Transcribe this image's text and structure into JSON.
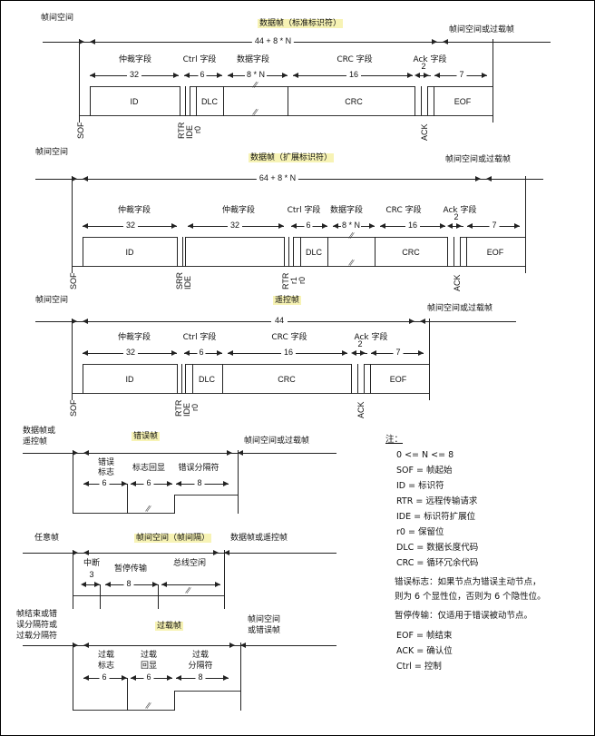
{
  "accent_highlight": "#f7f3b5",
  "line_color": "#222222",
  "frames": [
    {
      "id": "data-frame-standard",
      "title": "数据帧（标准标识符）",
      "left_label": "帧间空间",
      "right_label": "帧间空间或过载帧",
      "total_length": "44 + 8 * N",
      "field_names": [
        "仲裁字段",
        "Ctrl 字段",
        "数据字段",
        "CRC 字段",
        "Ack 字段"
      ],
      "bit_counts": [
        "32",
        "6",
        "8 * N",
        "16",
        "2",
        "7"
      ],
      "segment_labels": [
        "ID",
        "DLC",
        "CRC",
        "EOF"
      ],
      "bit_markers": [
        "SOF",
        "RTR",
        "IDE",
        "r0",
        "ACK"
      ]
    },
    {
      "id": "data-frame-extended",
      "title": "数据帧（扩展标识符）",
      "left_label": "帧间空间",
      "right_label": "帧间空间或过载帧",
      "total_length": "64 + 8 * N",
      "field_names": [
        "仲裁字段",
        "仲裁字段",
        "Ctrl 字段",
        "数据字段",
        "CRC 字段",
        "Ack 字段"
      ],
      "bit_counts": [
        "32",
        "32",
        "6",
        "8 * N",
        "16",
        "2",
        "7"
      ],
      "segment_labels": [
        "ID",
        "DLC",
        "CRC",
        "EOF"
      ],
      "bit_markers": [
        "SOF",
        "SRR",
        "IDE",
        "RTR",
        "r1",
        "r0",
        "ACK"
      ]
    },
    {
      "id": "remote-frame",
      "title": "遥控帧",
      "left_label": "帧间空间",
      "right_label": "帧间空间或过载帧",
      "total_length": "44",
      "field_names": [
        "仲裁字段",
        "Ctrl 字段",
        "CRC 字段",
        "Ack 字段"
      ],
      "bit_counts": [
        "32",
        "6",
        "16",
        "2",
        "7"
      ],
      "segment_labels": [
        "ID",
        "DLC",
        "CRC",
        "EOF"
      ],
      "bit_markers": [
        "SOF",
        "RTR",
        "IDE",
        "r0",
        "ACK"
      ]
    },
    {
      "id": "error-frame",
      "title": "错误帧",
      "left_label": "数据帧或\n遥控帧",
      "left_label_l1": "数据帧或",
      "left_label_l2": "遥控帧",
      "right_label": "帧间空间或过载帧",
      "field_names": [
        "错误\n标志",
        "标志回显",
        "错误分隔符"
      ],
      "field_name_1_l1": "错误",
      "field_name_1_l2": "标志",
      "field_name_2": "标志回显",
      "field_name_3": "错误分隔符",
      "bit_counts": [
        "6",
        "6",
        "8"
      ]
    },
    {
      "id": "interframe-space",
      "title": "帧间空间（帧间隔）",
      "left_label": "任意帧",
      "right_label": "数据帧或遥控帧",
      "field_names": [
        "中断",
        "暂停传输",
        "总线空闲"
      ],
      "bit_counts": [
        "3",
        "8"
      ]
    },
    {
      "id": "overload-frame",
      "title": "过载帧",
      "left_label_l1": "帧结束或错",
      "left_label_l2": "误分隔符或",
      "left_label_l3": "过载分隔符",
      "right_label_l1": "帧间空间",
      "right_label_l2": "或错误帧",
      "field_name_1_l1": "过载",
      "field_name_1_l2": "标志",
      "field_name_2_l1": "过载",
      "field_name_2_l2": "回显",
      "field_name_3_l1": "过载",
      "field_name_3_l2": "分隔符",
      "bit_counts": [
        "6",
        "6",
        "8"
      ]
    }
  ],
  "notes": {
    "heading": "注：",
    "items": [
      "0 <= N <= 8",
      "SOF = 帧起始",
      "ID = 标识符",
      "RTR = 远程传输请求",
      "IDE = 标识符扩展位",
      "r0 = 保留位",
      "DLC = 数据长度代码",
      "CRC = 循环冗余代码"
    ],
    "para1_l1": "错误标志：如果节点为错误主动节点，",
    "para1_l2": "则为 6 个显性位，否则为 6 个隐性位。",
    "para2": "暂停传输：仅适用于错误被动节点。",
    "items_tail": [
      "EOF = 帧结束",
      "ACK = 确认位",
      "Ctrl = 控制"
    ]
  }
}
